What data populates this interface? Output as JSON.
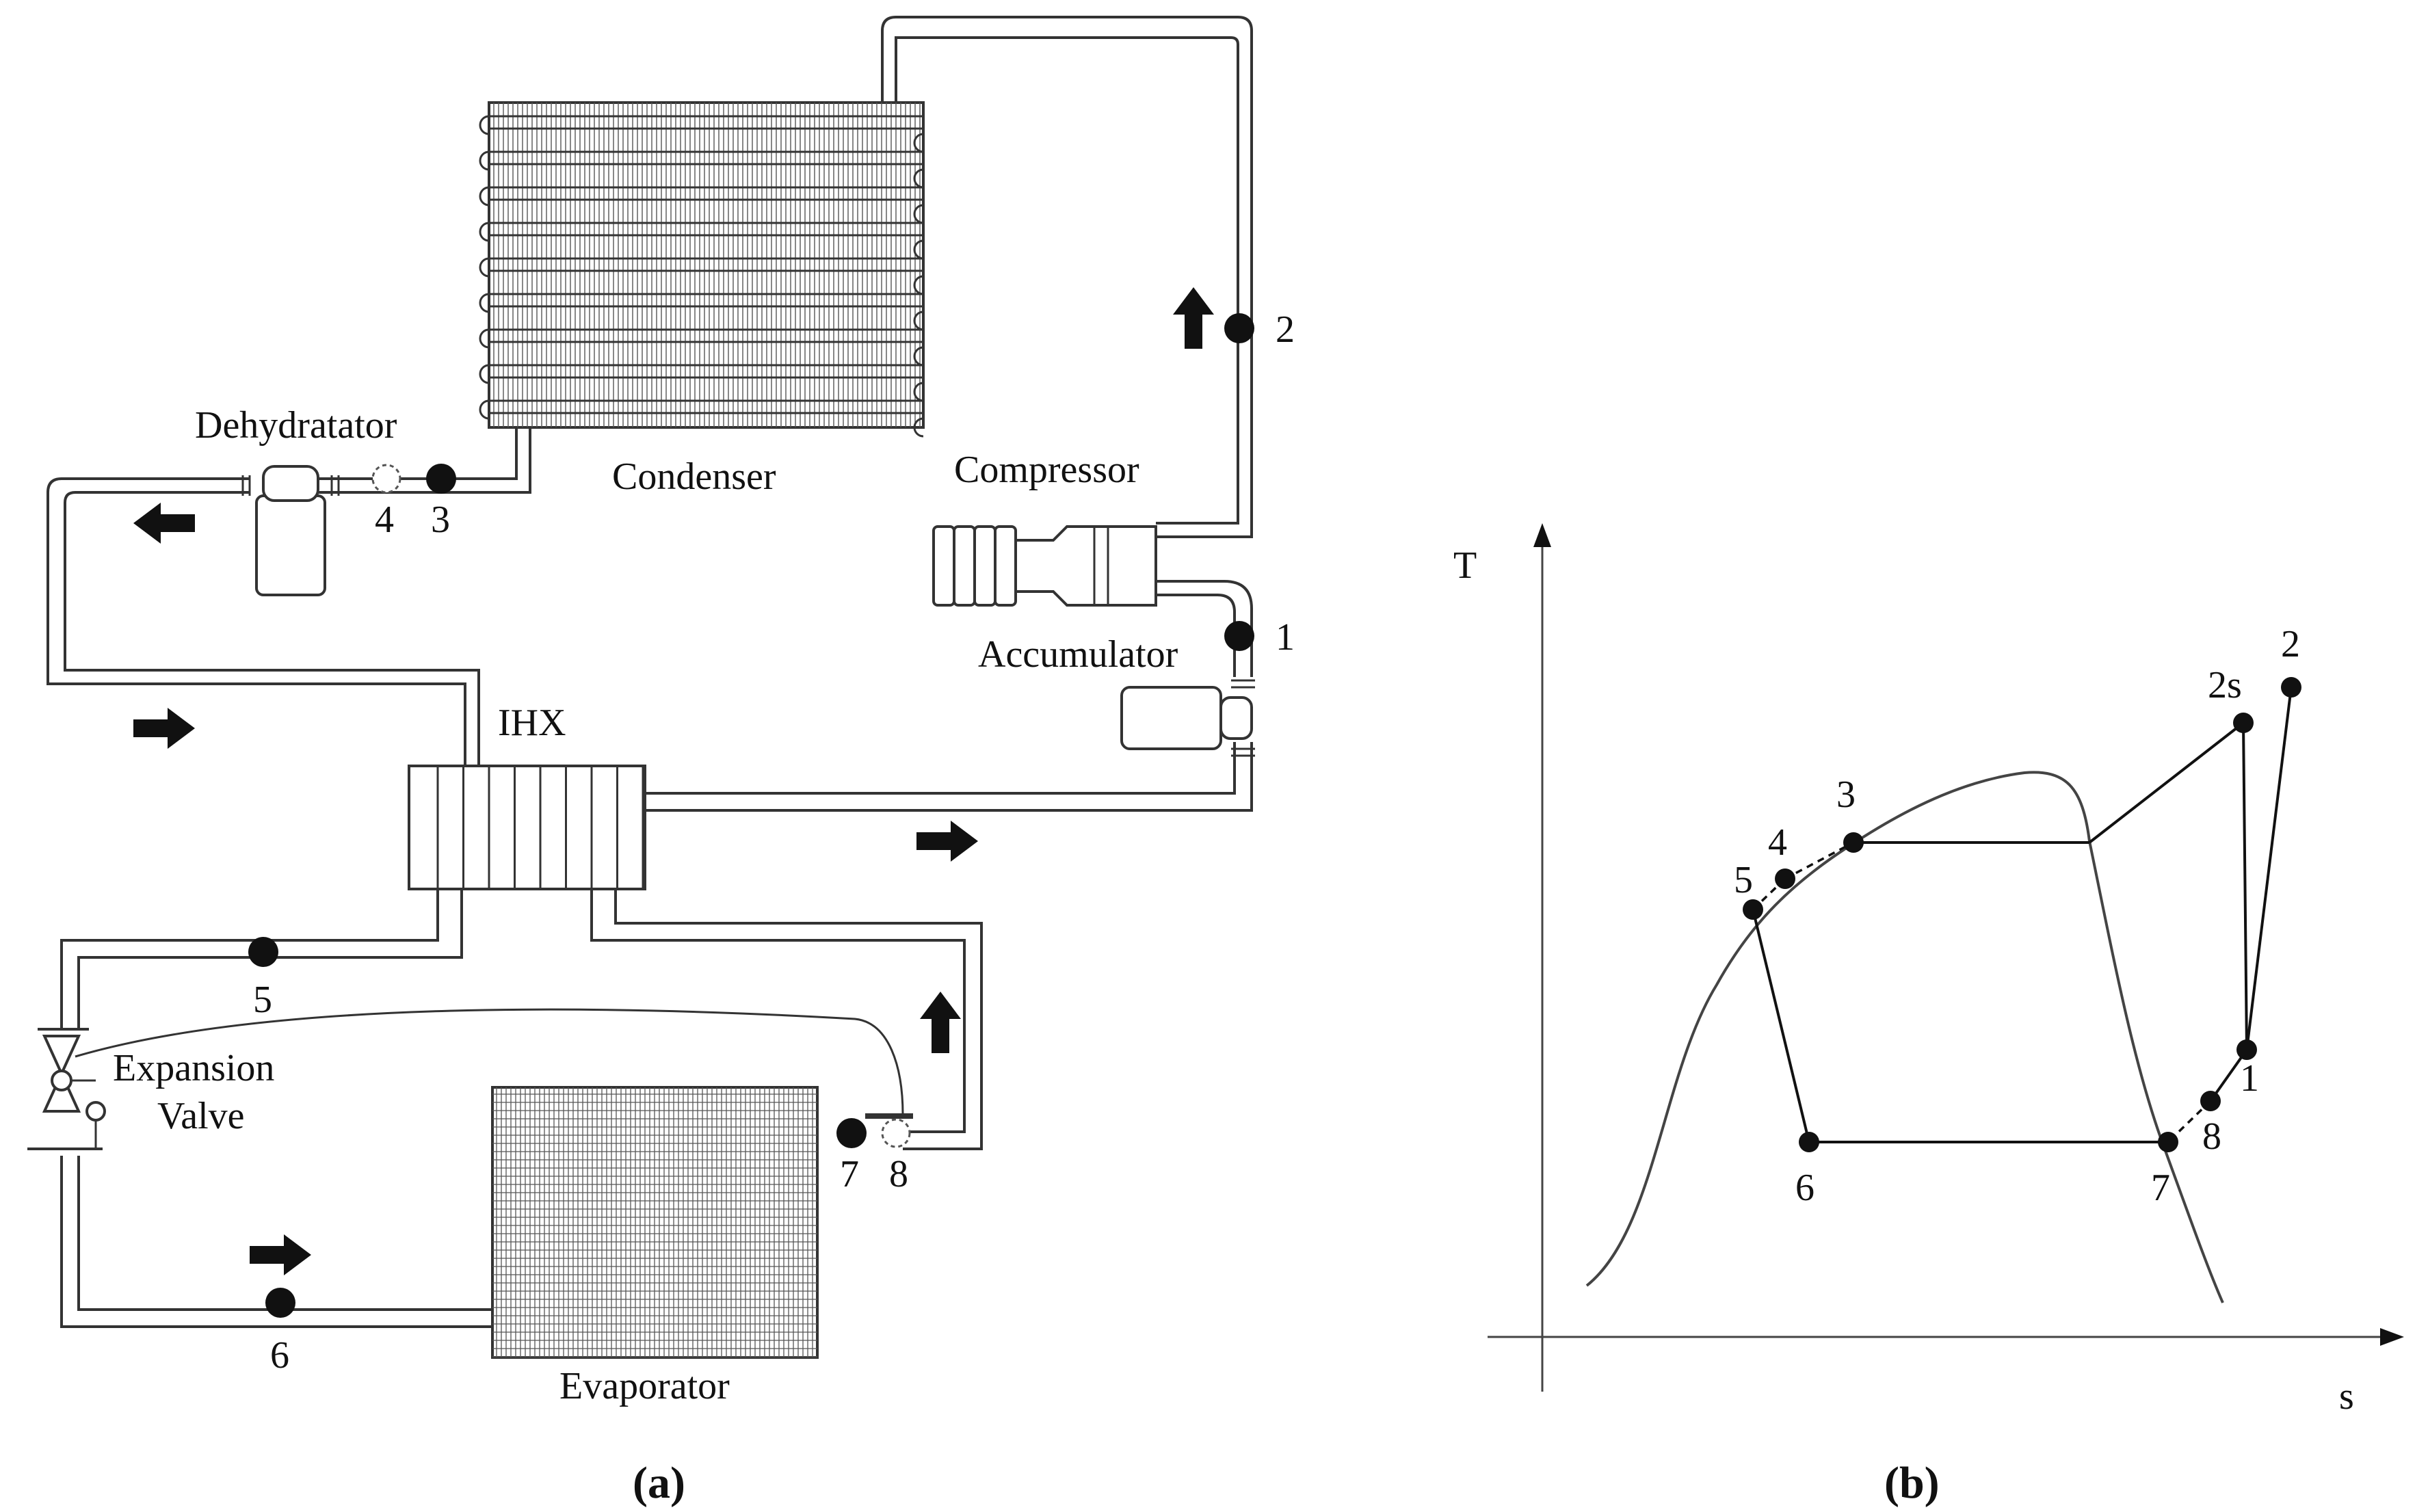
{
  "panel_a": {
    "caption": "(a)",
    "components": {
      "condenser": "Condenser",
      "compressor": "Compressor",
      "accumulator": "Accumulator",
      "dehydrator": "Dehydratator",
      "ihx": "IHX",
      "expansion_valve_line1": "Expansion",
      "expansion_valve_line2": "Valve",
      "evaporator": "Evaporator"
    },
    "state_points": [
      "1",
      "2",
      "3",
      "4",
      "5",
      "6",
      "7",
      "8"
    ]
  },
  "panel_b": {
    "caption": "(b)",
    "axis_y_label": "T",
    "axis_x_label": "s",
    "state_points": [
      "1",
      "2",
      "2s",
      "3",
      "4",
      "5",
      "6",
      "7",
      "8"
    ]
  }
}
